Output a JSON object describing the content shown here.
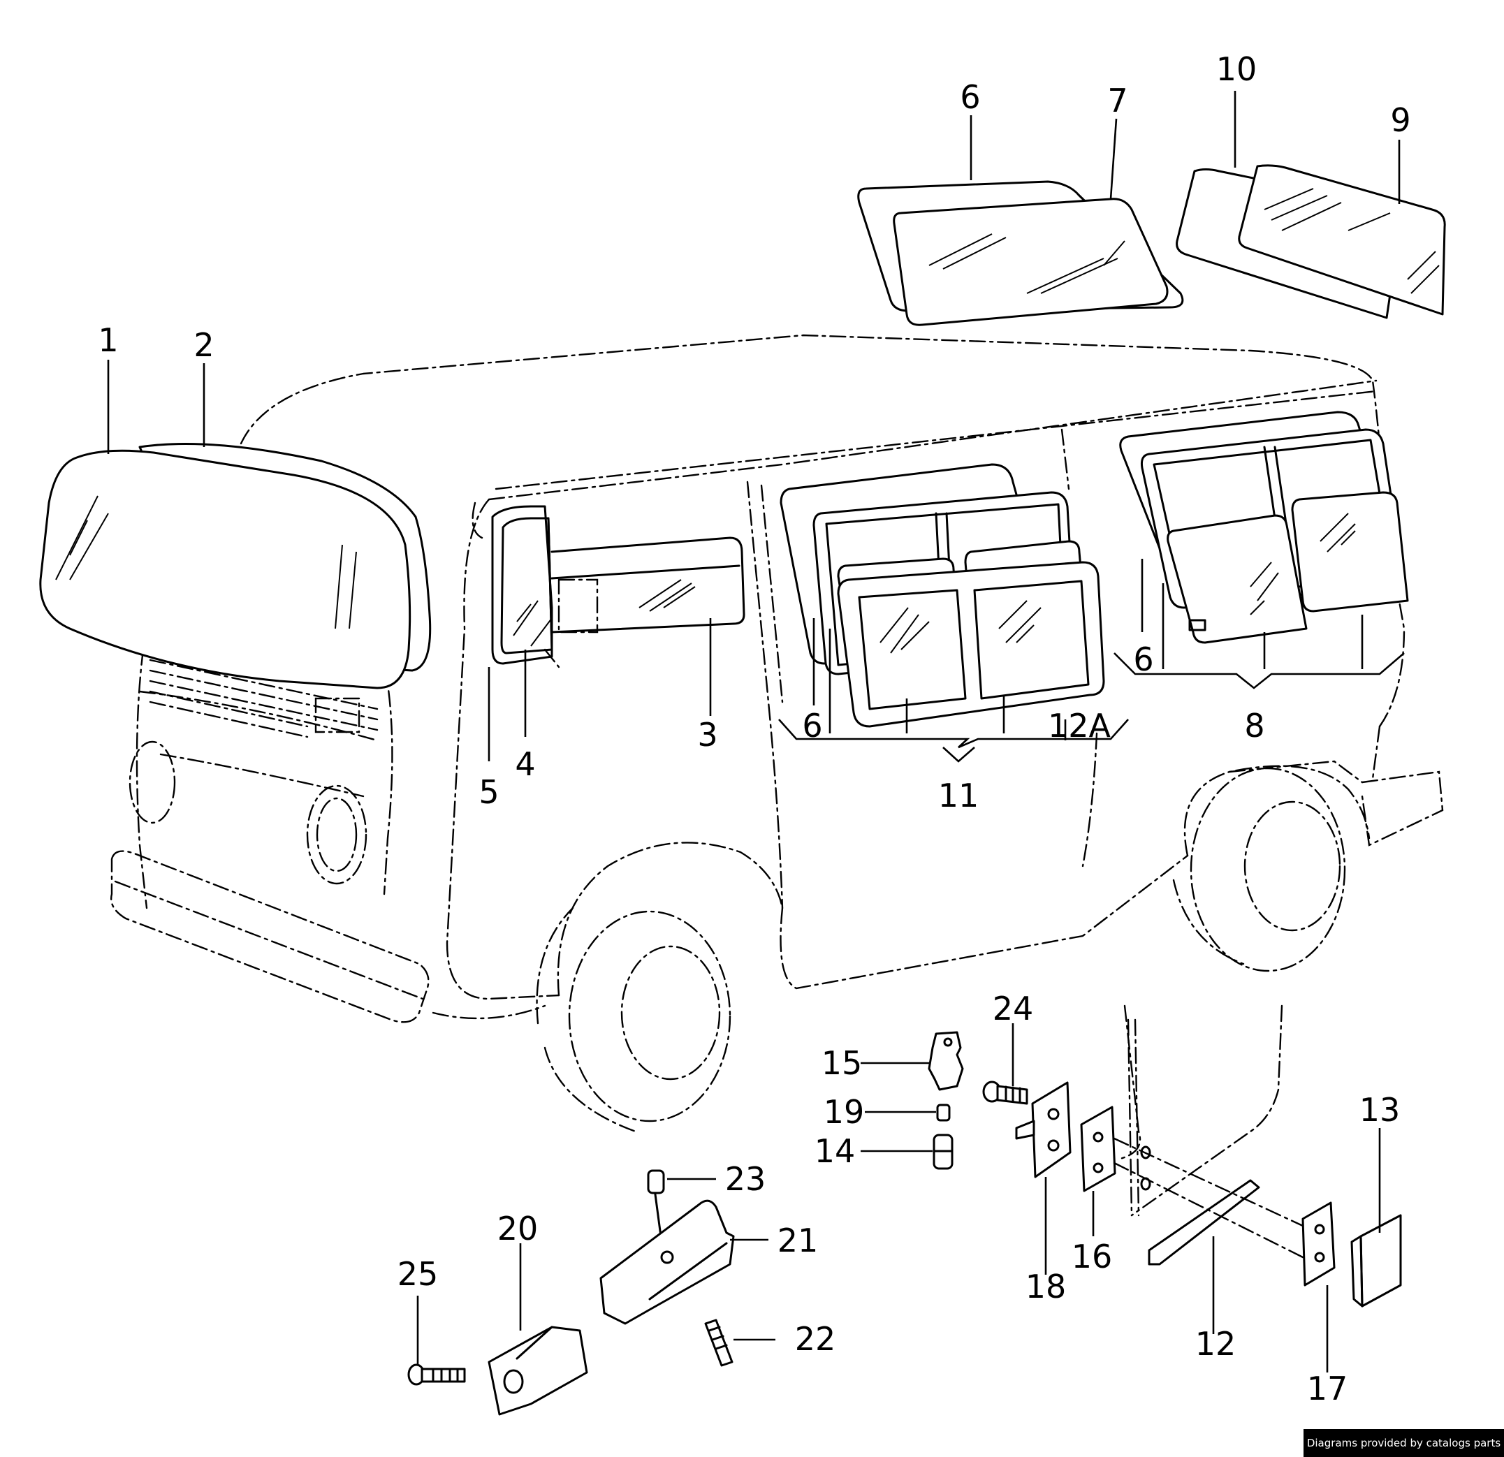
{
  "footer": {
    "credit": "Diagrams provided by catalogs parts"
  },
  "callouts": [
    {
      "id": "1",
      "label": "1"
    },
    {
      "id": "2",
      "label": "2"
    },
    {
      "id": "3",
      "label": "3"
    },
    {
      "id": "4",
      "label": "4"
    },
    {
      "id": "5",
      "label": "5"
    },
    {
      "id": "6a",
      "label": "6"
    },
    {
      "id": "7",
      "label": "7"
    },
    {
      "id": "10",
      "label": "10"
    },
    {
      "id": "9",
      "label": "9"
    },
    {
      "id": "6b",
      "label": "6"
    },
    {
      "id": "11",
      "label": "11"
    },
    {
      "id": "12A",
      "label": "12A"
    },
    {
      "id": "6c",
      "label": "6"
    },
    {
      "id": "8",
      "label": "8"
    },
    {
      "id": "24",
      "label": "24"
    },
    {
      "id": "15",
      "label": "15"
    },
    {
      "id": "19",
      "label": "19"
    },
    {
      "id": "14",
      "label": "14"
    },
    {
      "id": "23",
      "label": "23"
    },
    {
      "id": "21",
      "label": "21"
    },
    {
      "id": "20",
      "label": "20"
    },
    {
      "id": "25",
      "label": "25"
    },
    {
      "id": "22",
      "label": "22"
    },
    {
      "id": "18",
      "label": "18"
    },
    {
      "id": "16",
      "label": "16"
    },
    {
      "id": "13",
      "label": "13"
    },
    {
      "id": "12",
      "label": "12"
    },
    {
      "id": "17",
      "label": "17"
    }
  ]
}
